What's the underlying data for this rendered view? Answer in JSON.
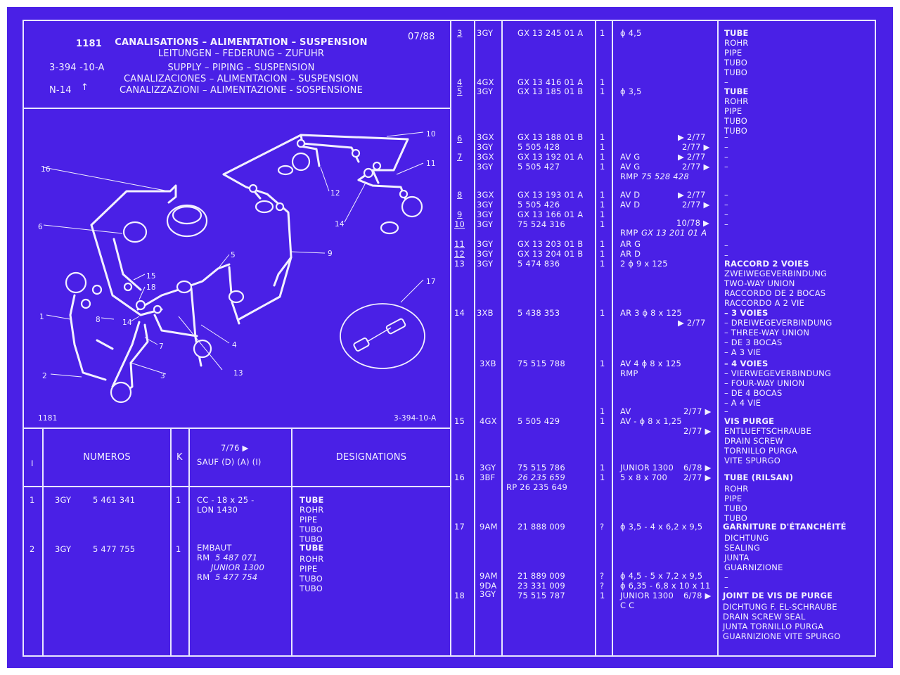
{
  "header": {
    "code": "1181",
    "date": "07/88",
    "ref": "3-394 -10-A",
    "n_ref": "N-14",
    "arrow": "↑",
    "titles": [
      "CANALISATIONS – ALIMENTATION – SUSPENSION",
      "LEITUNGEN – FEDERUNG – ZUFUHR",
      "SUPPLY – PIPING – SUSPENSION",
      "CANALIZACIONES – ALIMENTACION – SUSPENSION",
      "CANALIZZAZIONI – ALIMENTAZIONE - SOSPENSIONE"
    ]
  },
  "diagram": {
    "caption_left": "1181",
    "caption_right": "3-394-10-A",
    "callouts": [
      "1",
      "2",
      "3",
      "4",
      "5",
      "6",
      "7",
      "8",
      "9",
      "10",
      "11",
      "12",
      "13",
      "14",
      "14",
      "15",
      "16",
      "17",
      "18"
    ]
  },
  "table_head": {
    "col_i": "I",
    "numeros": "NUMEROS",
    "k": "K",
    "date_note": "7/76 ▶",
    "sauf": "SAUF (D) (A) (I)",
    "designations": "DESIGNATIONS"
  },
  "left_rows": [
    {
      "item": "1",
      "cat": "3GY",
      "num": "5 461 341",
      "qty": "1",
      "spec": [
        "CC - 18 x 25 -",
        "LON 1430"
      ],
      "des": [
        "TUBE",
        "ROHR",
        "PIPE",
        "TUBO",
        "TUBO"
      ]
    },
    {
      "item": "2",
      "cat": "3GY",
      "num": "5 477 755",
      "qty": "1",
      "spec": [
        "EMBAUT"
      ],
      "rm1": "RM",
      "rm1v": "5 487 071",
      "junior": "JUNIOR 1300",
      "rm2": "RM",
      "rm2v": "5 477 754",
      "des": [
        "TUBE",
        "ROHR",
        "PIPE",
        "TUBO",
        "TUBO"
      ]
    }
  ],
  "right_rows": [
    {
      "id": "r3",
      "item": "3",
      "cat": "3GY",
      "num": "GX 13 245 01 A",
      "qty": "1",
      "spec": "ϕ 4,5",
      "date": "",
      "des": "TUBE"
    },
    {
      "id": "r3a",
      "item": "",
      "cat": "",
      "num": "",
      "qty": "",
      "spec": "",
      "date": "",
      "des": "ROHR"
    },
    {
      "id": "r3b",
      "item": "",
      "cat": "",
      "num": "",
      "qty": "",
      "spec": "",
      "date": "",
      "des": "PIPE"
    },
    {
      "id": "r3c",
      "item": "",
      "cat": "",
      "num": "",
      "qty": "",
      "spec": "",
      "date": "",
      "des": "TUBO"
    },
    {
      "id": "r3d",
      "item": "",
      "cat": "",
      "num": "",
      "qty": "",
      "spec": "",
      "date": "",
      "des": "TUBO"
    },
    {
      "id": "r4",
      "item": "4",
      "cat": "4GX",
      "num": "GX 13 416 01 A",
      "qty": "1",
      "spec": "",
      "date": "",
      "des": "–"
    },
    {
      "id": "r5",
      "item": "5",
      "cat": "3GY",
      "num": "GX 13 185 01 B",
      "qty": "1",
      "spec": "ϕ 3,5",
      "date": "",
      "des": "TUBE"
    },
    {
      "id": "r5a",
      "item": "",
      "cat": "",
      "num": "",
      "qty": "",
      "spec": "",
      "date": "",
      "des": "ROHR"
    },
    {
      "id": "r5b",
      "item": "",
      "cat": "",
      "num": "",
      "qty": "",
      "spec": "",
      "date": "",
      "des": "PIPE"
    },
    {
      "id": "r5c",
      "item": "",
      "cat": "",
      "num": "",
      "qty": "",
      "spec": "",
      "date": "",
      "des": "TUBO"
    },
    {
      "id": "r5d",
      "item": "",
      "cat": "",
      "num": "",
      "qty": "",
      "spec": "",
      "date": "",
      "des": "TUBO"
    },
    {
      "id": "r6",
      "item": "6",
      "cat": "3GX",
      "num": "GX 13 188 01 B",
      "qty": "1",
      "spec": "",
      "date": "▶ 2/77",
      "des": "–"
    },
    {
      "id": "r6a",
      "item": "",
      "cat": "3GY",
      "num": "5 505 428",
      "qty": "1",
      "spec": "",
      "date": "2/77 ▶",
      "des": "–"
    },
    {
      "id": "r7",
      "item": "7",
      "cat": "3GX",
      "num": "GX 13 192 01 A",
      "qty": "1",
      "spec": "AV G",
      "date": "▶ 2/77",
      "des": "–"
    },
    {
      "id": "r7a",
      "item": "",
      "cat": "3GY",
      "num": "5 505 427",
      "qty": "1",
      "spec": "AV G",
      "date": "2/77 ▶",
      "des": "–"
    },
    {
      "id": "r7b",
      "item": "",
      "cat": "",
      "num": "",
      "qty": "",
      "spec": "RMP",
      "spec2": "75 528 428",
      "date": "",
      "des": ""
    },
    {
      "id": "r8",
      "item": "8",
      "cat": "3GX",
      "num": "GX 13 193 01 A",
      "qty": "1",
      "spec": "AV D",
      "date": "▶ 2/77",
      "des": "–"
    },
    {
      "id": "r8a",
      "item": "",
      "cat": "3GY",
      "num": "5 505 426",
      "qty": "1",
      "spec": "AV D",
      "date": "2/77 ▶",
      "des": "–"
    },
    {
      "id": "r9",
      "item": "9",
      "cat": "3GY",
      "num": "GX 13 166 01 A",
      "qty": "1",
      "spec": "",
      "date": "",
      "des": "–"
    },
    {
      "id": "r10",
      "item": "10",
      "cat": "3GY",
      "num": "75 524 316",
      "qty": "1",
      "spec": "",
      "date": "10/78 ▶",
      "des": "–"
    },
    {
      "id": "r10a",
      "item": "",
      "cat": "",
      "num": "",
      "qty": "",
      "spec": "RMP",
      "spec2": "GX 13 201 01 A",
      "date": "",
      "des": ""
    },
    {
      "id": "r11",
      "item": "11",
      "cat": "3GY",
      "num": "GX 13 203 01 B",
      "qty": "1",
      "spec": "AR G",
      "date": "",
      "des": "–"
    },
    {
      "id": "r12",
      "item": "12",
      "cat": "3GY",
      "num": "GX 13 204 01 B",
      "qty": "1",
      "spec": "AR D",
      "date": "",
      "des": "–"
    },
    {
      "id": "r13",
      "item": "13",
      "cat": "3GY",
      "num": "5 474 836",
      "qty": "1",
      "spec": "2 ϕ 9 x 125",
      "date": "",
      "des": "RACCORD 2 VOIES"
    }
  ],
  "des_13": [
    "ZWEIWEGEVERBINDUNG",
    "TWO-WAY UNION",
    "RACCORDO DE 2 BOCAS",
    "RACCORDO A 2 VIE"
  ],
  "row14": {
    "item": "14",
    "cat": "3XB",
    "num": "5 438 353",
    "qty": "1",
    "spec": "AR 3 ϕ 8 x 125",
    "date": "▶ 2/77",
    "des": [
      "– 3 VOIES",
      "– DREIWEGEVERBINDUNG",
      "– THREE-WAY UNION",
      "– DE 3 BOCAS",
      "– A 3 VIE"
    ]
  },
  "row14b": {
    "cat": "3XB",
    "num": "75 515 788",
    "qty": "1",
    "spec": "AV 4 ϕ 8 x 125",
    "spec2": "RMP",
    "des": [
      "– 4 VOIES",
      "– VIERWEGEVERBINDUNG",
      "– FOUR-WAY UNION",
      "– DE 4 BOCAS",
      "– A 4 VIE"
    ]
  },
  "row14c": {
    "qty": "1",
    "spec": "AV",
    "date": "2/77 ▶",
    "des": "–"
  },
  "row15": {
    "item": "15",
    "cat": "4GX",
    "num": "5 505 429",
    "qty": "1",
    "spec": "AV - ϕ 8 x 1,25",
    "date": "2/77 ▶",
    "des": [
      "VIS PURGE",
      "ENTLUEFTSCHRAUBE",
      "DRAIN SCREW",
      "TORNILLO PURGA",
      "VITE SPURGO"
    ]
  },
  "row16": {
    "item": "16",
    "cat1": "3GY",
    "num1": "75 515 786",
    "qty1": "1",
    "spec1": "JUNIOR 1300",
    "date1": "6/78 ▶",
    "cat2": "3BF",
    "num2": "26 235 659",
    "qty2": "1",
    "spec2": "5 x 8 x 700",
    "date2": "2/77 ▶",
    "num3": "RP 26 235 649",
    "des": [
      "TUBE (RILSAN)",
      "ROHR",
      "PIPE",
      "TUBO",
      "TUBO"
    ]
  },
  "row17": {
    "item": "17",
    "cat": "9AM",
    "num": "21 888 009",
    "qty": "?",
    "spec": "ϕ 3,5 - 4 x 6,2 x 9,5",
    "des": [
      "GARNITURE D'ÉTANCHÉITÉ",
      "DICHTUNG",
      "SEALING",
      "JUNTA",
      "GUARNIZIONE"
    ]
  },
  "row17b": {
    "cat1": "9AM",
    "num1": "21 889 009",
    "qty1": "?",
    "spec1": "ϕ 4,5 - 5 x 7,2 x 9,5",
    "des1": "–",
    "cat2": "9DA",
    "num2": "23 331 009",
    "qty2": "?",
    "spec2": "ϕ 6,35 - 6,8 x 10 x 11",
    "des2": "–"
  },
  "row18": {
    "item": "18",
    "cat": "3GY",
    "num": "75 515 787",
    "qty": "1",
    "spec": "JUNIOR 1300",
    "date": "6/78 ▶",
    "spec2": "C C",
    "des": [
      "JOINT DE VIS DE PURGE",
      "DICHTUNG F. EL-SCHRAUBE",
      "DRAIN SCREW SEAL",
      "JUNTA TORNILLO PURGA",
      "GUARNIZIONE VITE SPURGO"
    ]
  },
  "colors": {
    "background": "#4a20e6",
    "ink": "#f2f0ff"
  }
}
